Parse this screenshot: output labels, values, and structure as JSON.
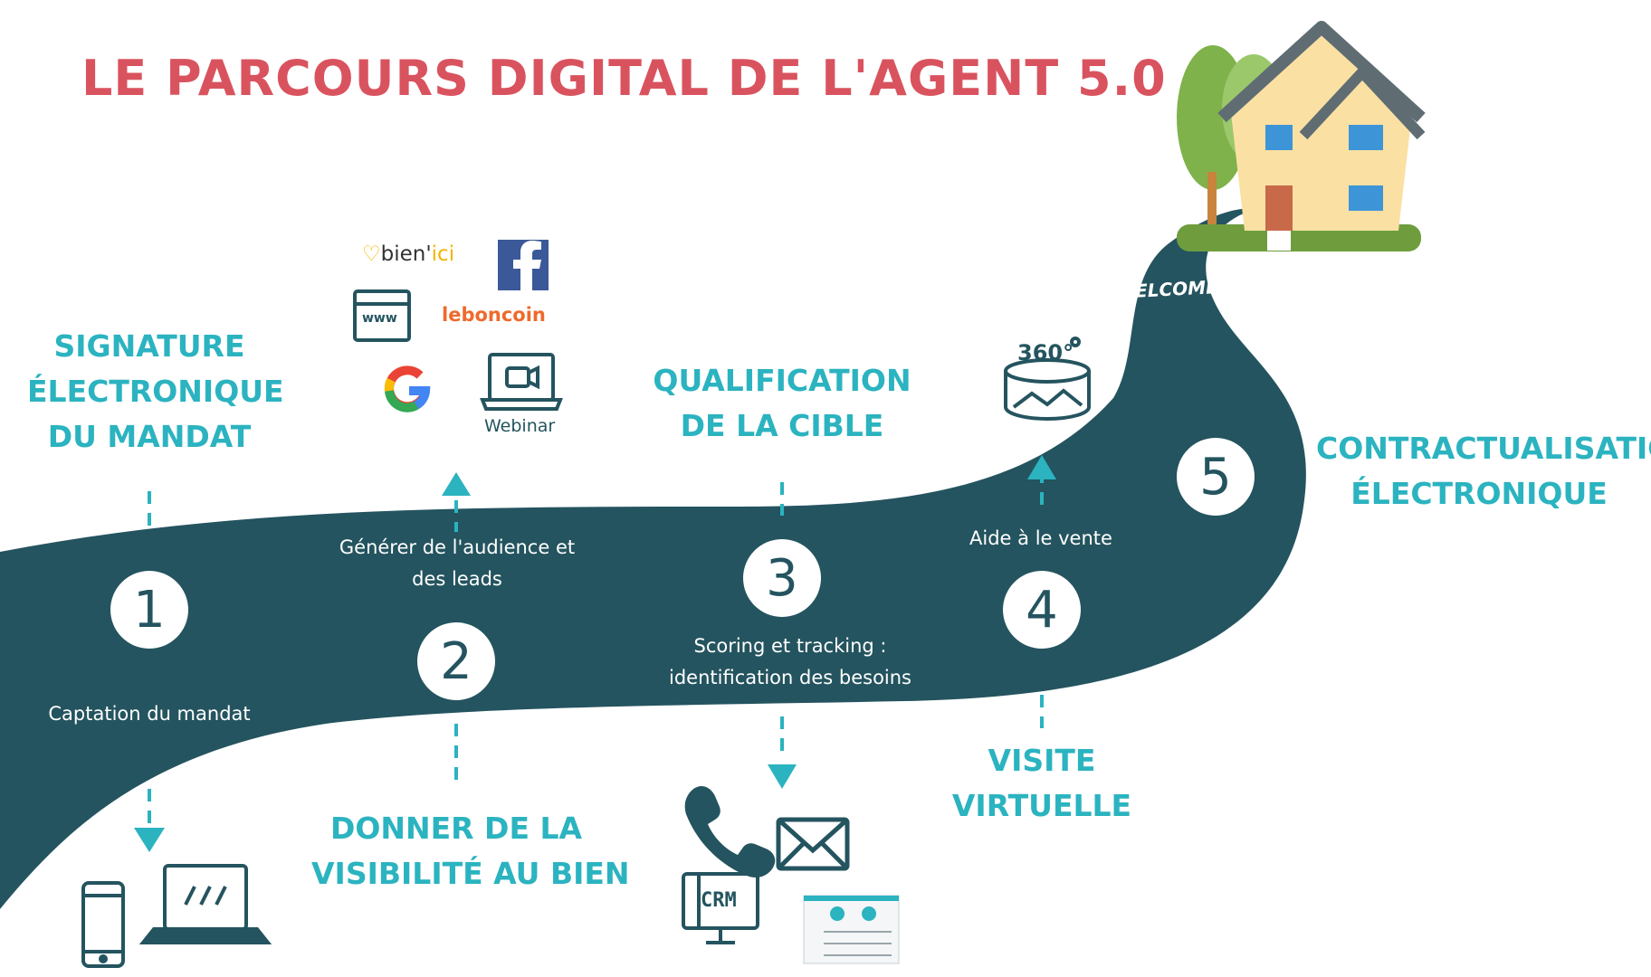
{
  "title": "LE PARCOURS DIGITAL DE L'AGENT 5.0",
  "welcome": "WELCOME",
  "steps": [
    {
      "number": "1",
      "heading": [
        "SIGNATURE",
        "ÉLECTRONIQUE",
        "DU MANDAT"
      ],
      "caption": [
        "Captation du mandat"
      ]
    },
    {
      "number": "2",
      "heading": [
        "DONNER DE LA",
        "VISIBILITÉ AU BIEN"
      ],
      "caption": [
        "Générer de l'audience et",
        "des leads"
      ]
    },
    {
      "number": "3",
      "heading": [
        "QUALIFICATION",
        "DE LA CIBLE"
      ],
      "caption": [
        "Scoring et tracking :",
        "identification des besoins"
      ]
    },
    {
      "number": "4",
      "heading": [
        "VISITE",
        "VIRTUELLE"
      ],
      "caption": [
        "Aide à le vente"
      ]
    },
    {
      "number": "5",
      "heading": [
        "CONTRACTUALISATION",
        "ÉLECTRONIQUE"
      ]
    }
  ],
  "logos": {
    "bienici_main": "bien'",
    "bienici_accent": "ici",
    "leboncoin": "leboncoin",
    "webinar": "Webinar",
    "www": "www",
    "crm": "CRM",
    "vr": "360°"
  },
  "colors": {
    "road": "#24545f",
    "accent": "#2bb3c0",
    "title": "#d9535f"
  },
  "icons": [
    "phone-icon",
    "laptop-icon",
    "facebook-icon",
    "google-icon",
    "browser-icon",
    "webinar-icon",
    "telephone-icon",
    "envelope-icon",
    "crm-icon",
    "dashboard-icon",
    "vr-360-icon",
    "house-icon",
    "tree-icon",
    "arrow-icon"
  ]
}
